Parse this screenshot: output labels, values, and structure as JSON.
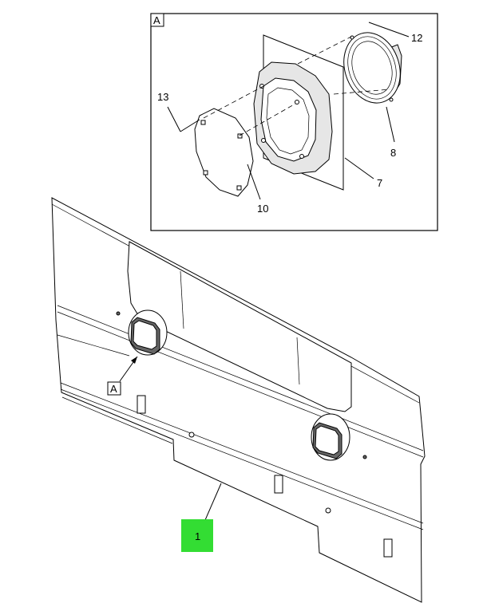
{
  "detail": {
    "label": "A"
  },
  "callout_A": {
    "label": "A"
  },
  "parts": {
    "p12": "12",
    "p13": "13",
    "p8": "8",
    "p7": "7",
    "p10": "10",
    "p1": "1"
  },
  "colors": {
    "highlight": "#33dd33"
  }
}
